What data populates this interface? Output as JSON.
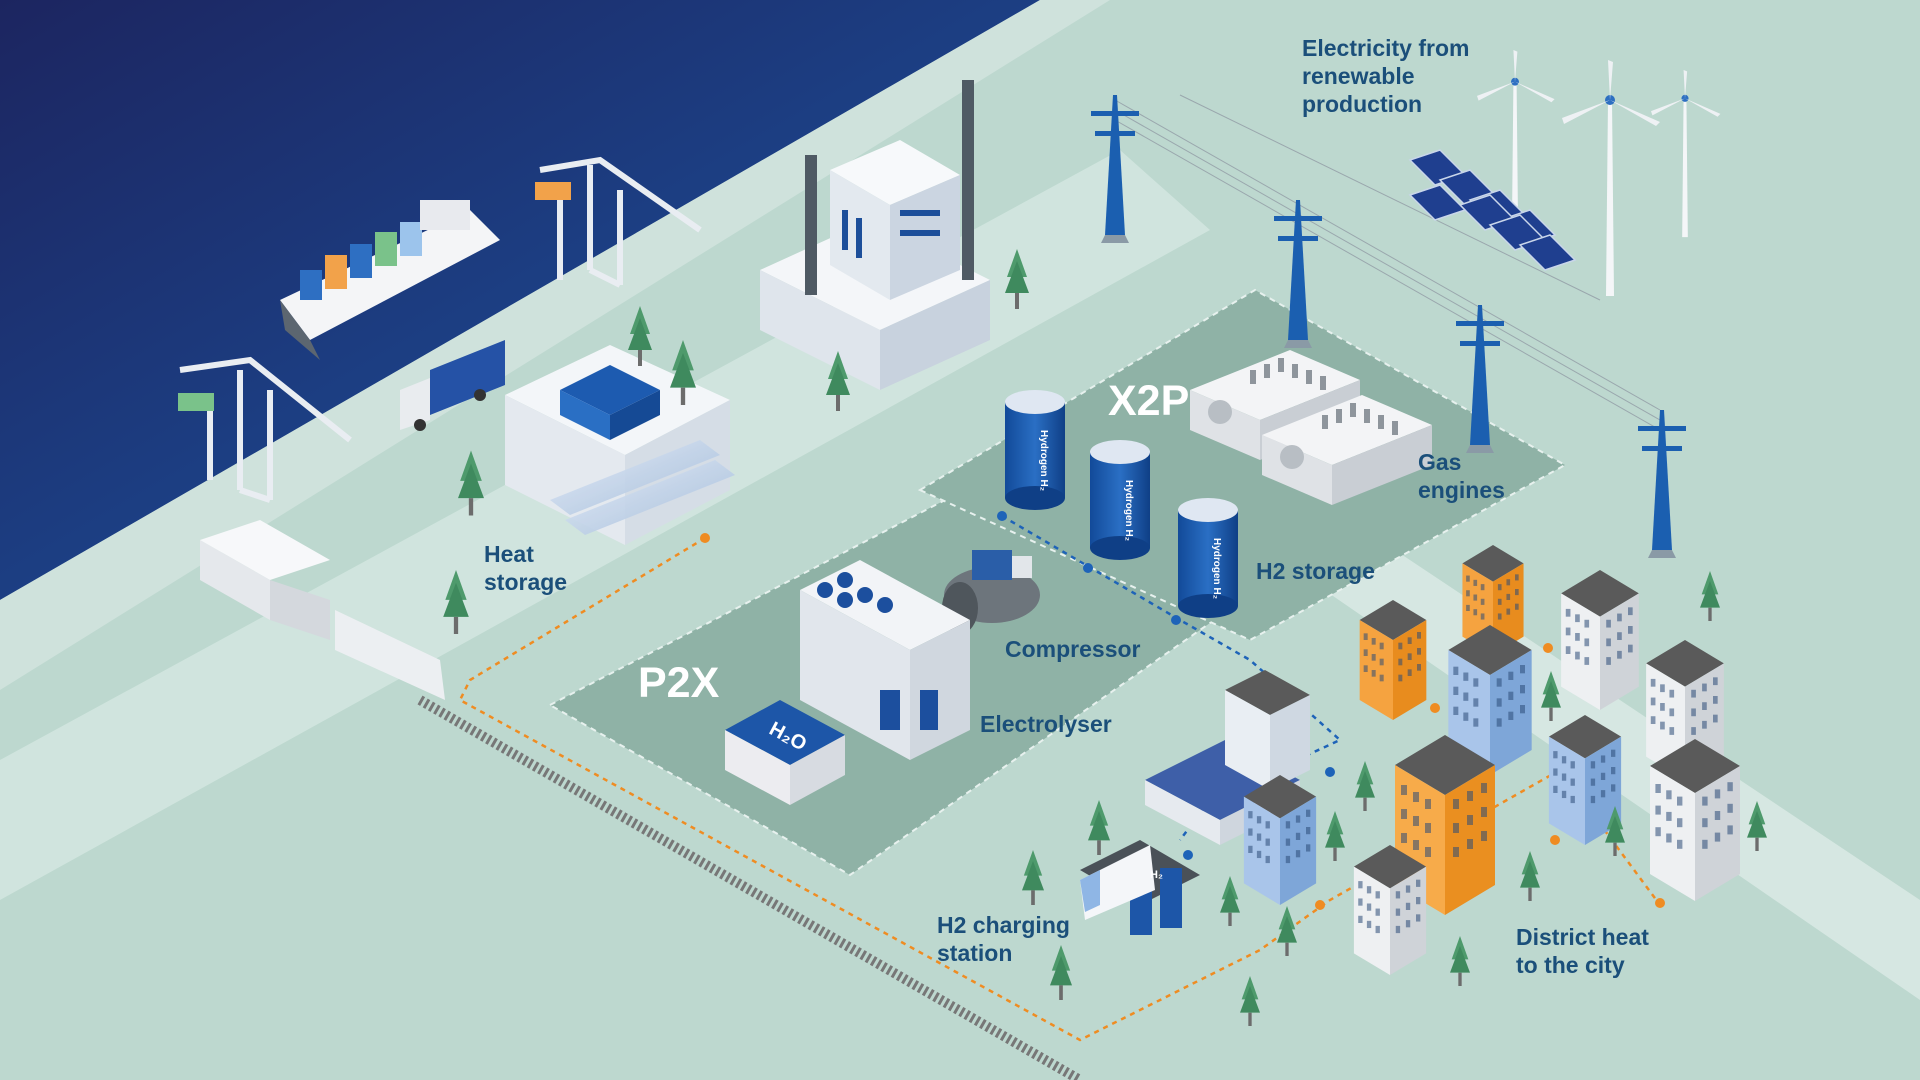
{
  "colors": {
    "sea": "#1a3d8a",
    "ground": "#bdd8cf",
    "zone": "#8fb2a6",
    "label": "#1b4f7a",
    "heat_line": "#ef8c22",
    "h2_line": "#1e63b8",
    "tank": "#1a55a8",
    "orange_building": "#f5a340"
  },
  "labels": {
    "renewables": [
      "Electricity from",
      "renewable",
      "production"
    ],
    "gas_engines": [
      "Gas",
      "engines"
    ],
    "h2_storage": "H2 storage",
    "compressor": "Compressor",
    "electrolyser": "Electrolyser",
    "heat_storage": [
      "Heat",
      "storage"
    ],
    "h2_charging": [
      "H2 charging",
      "station"
    ],
    "district_heat": [
      "District heat",
      "to the city"
    ]
  },
  "zones": {
    "p2x": "P2X",
    "x2p": "X2P"
  },
  "tank_text": "Hydrogen H₂",
  "water_box_text": "H₂O",
  "bus_text": "H₂",
  "icons": {
    "ship": "container-ship-icon",
    "crane": "port-crane-icon",
    "truck": "truck-icon",
    "train": "freight-train-icon",
    "factory": "power-plant-icon",
    "heat_storage": "heat-storage-icon",
    "tank": "hydrogen-tank-icon",
    "compressor": "compressor-icon",
    "electrolyser": "electrolyser-icon",
    "engine": "gas-engine-icon",
    "pylon": "power-pylon-icon",
    "wind": "wind-turbine-icon",
    "solar": "solar-panel-icon",
    "tree": "tree-icon",
    "building": "city-building-icon"
  }
}
